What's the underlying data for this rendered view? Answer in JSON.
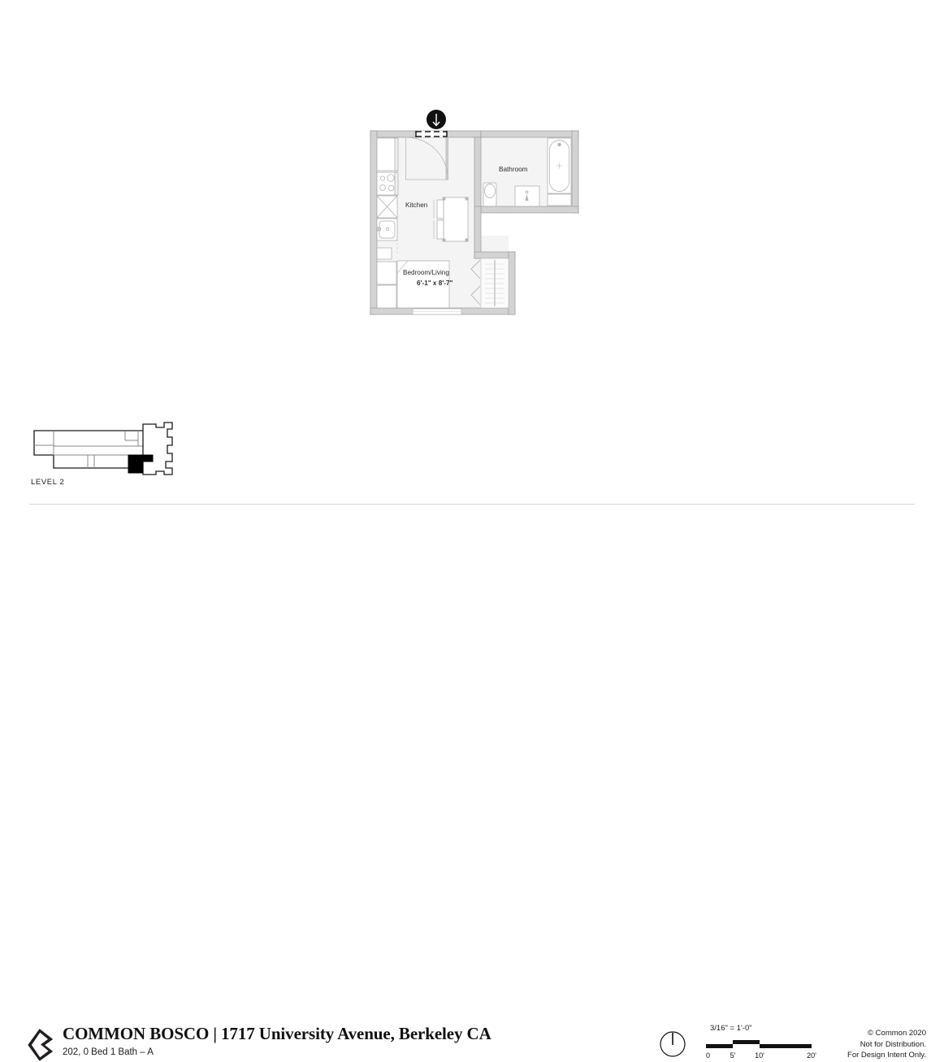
{
  "document": {
    "type": "architectural-floor-plan",
    "sheet_background": "#ffffff"
  },
  "floorplan": {
    "rooms": [
      {
        "id": "kitchen",
        "label": "Kitchen",
        "dimensions": ""
      },
      {
        "id": "bathroom",
        "label": "Bathroom",
        "dimensions": ""
      },
      {
        "id": "bedroom",
        "label": "Bedroom/Living",
        "dimensions": "6'-1\" x 8'-7\""
      }
    ],
    "entry_marker": {
      "name": "entry-arrow",
      "direction": "down"
    },
    "fixtures": [
      "refrigerator",
      "cooktop",
      "dishwasher",
      "kitchen-sink",
      "sofa",
      "bed",
      "nightstand",
      "nightstand",
      "toilet",
      "vanity-sink",
      "bathtub",
      "closet-shelving",
      "entry-door",
      "window"
    ],
    "colors": {
      "wall_fill": "#d3d3d3",
      "wall_stroke": "#9a9a9a",
      "room_fill": "#f4f4f4",
      "fixture_stroke": "#a8a8a8",
      "text": "#2b2b2b"
    }
  },
  "keyplan": {
    "label": "LEVEL 2",
    "highlight_color": "#000000",
    "outline_color": "#1a1a1a"
  },
  "footer": {
    "logo_name": "common-logo",
    "project_title": "COMMON BOSCO | 1717 University Avenue, Berkeley CA",
    "unit_subtitle": "202, 0 Bed 1 Bath – A",
    "north_arrow_name": "north-arrow-icon",
    "scale": {
      "ratio_text": "3/16\" = 1'-0\"",
      "ticks": [
        "0",
        "5'",
        "10'",
        "20'"
      ]
    },
    "copyright": {
      "line1": "© Common 2020",
      "line2": "Not for Distribution.",
      "line3": "For Design Intent Only."
    }
  }
}
